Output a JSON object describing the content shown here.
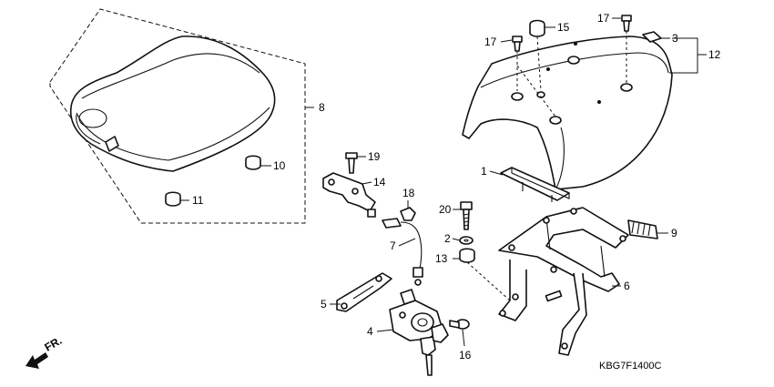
{
  "diagram": {
    "code": "KBG7F1400C",
    "direction_label": "FR.",
    "callouts": [
      "1",
      "2",
      "3",
      "4",
      "5",
      "6",
      "7",
      "8",
      "9",
      "10",
      "11",
      "12",
      "13",
      "14",
      "15",
      "16",
      "17",
      "18",
      "19",
      "20"
    ],
    "icons": [
      "front-arrow-icon"
    ]
  }
}
